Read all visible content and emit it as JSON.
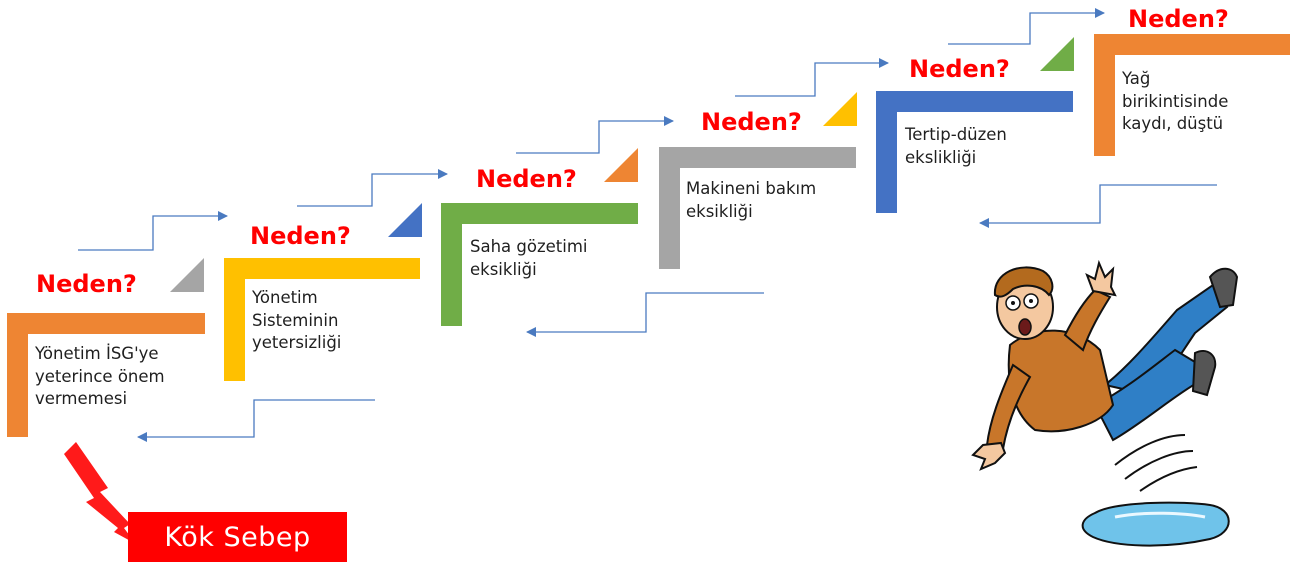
{
  "question_label": "Neden?",
  "steps": [
    {
      "text": "Yönetim İSG'ye\nyeterince önem\nvermemesi",
      "color": "#ee8533"
    },
    {
      "text": "Yönetim\nSisteminin\nyetersizliği",
      "color": "#ffc000"
    },
    {
      "text": "Saha gözetimi\neksikliği",
      "color": "#70ad47"
    },
    {
      "text": "Makineni bakım\neksikliği",
      "color": "#a5a5a5"
    },
    {
      "text": "Tertip-düzen\nekslikliği",
      "color": "#4472c4"
    },
    {
      "text": "Yağ\nbirikintisinde\nkaydı, düştü",
      "color": "#ee8533"
    }
  ],
  "root_cause_label": "Kök Sebep",
  "colors": {
    "question": "#ff0000",
    "arrows": "#4a7ac0",
    "root_cause_bg": "#ff0000"
  }
}
